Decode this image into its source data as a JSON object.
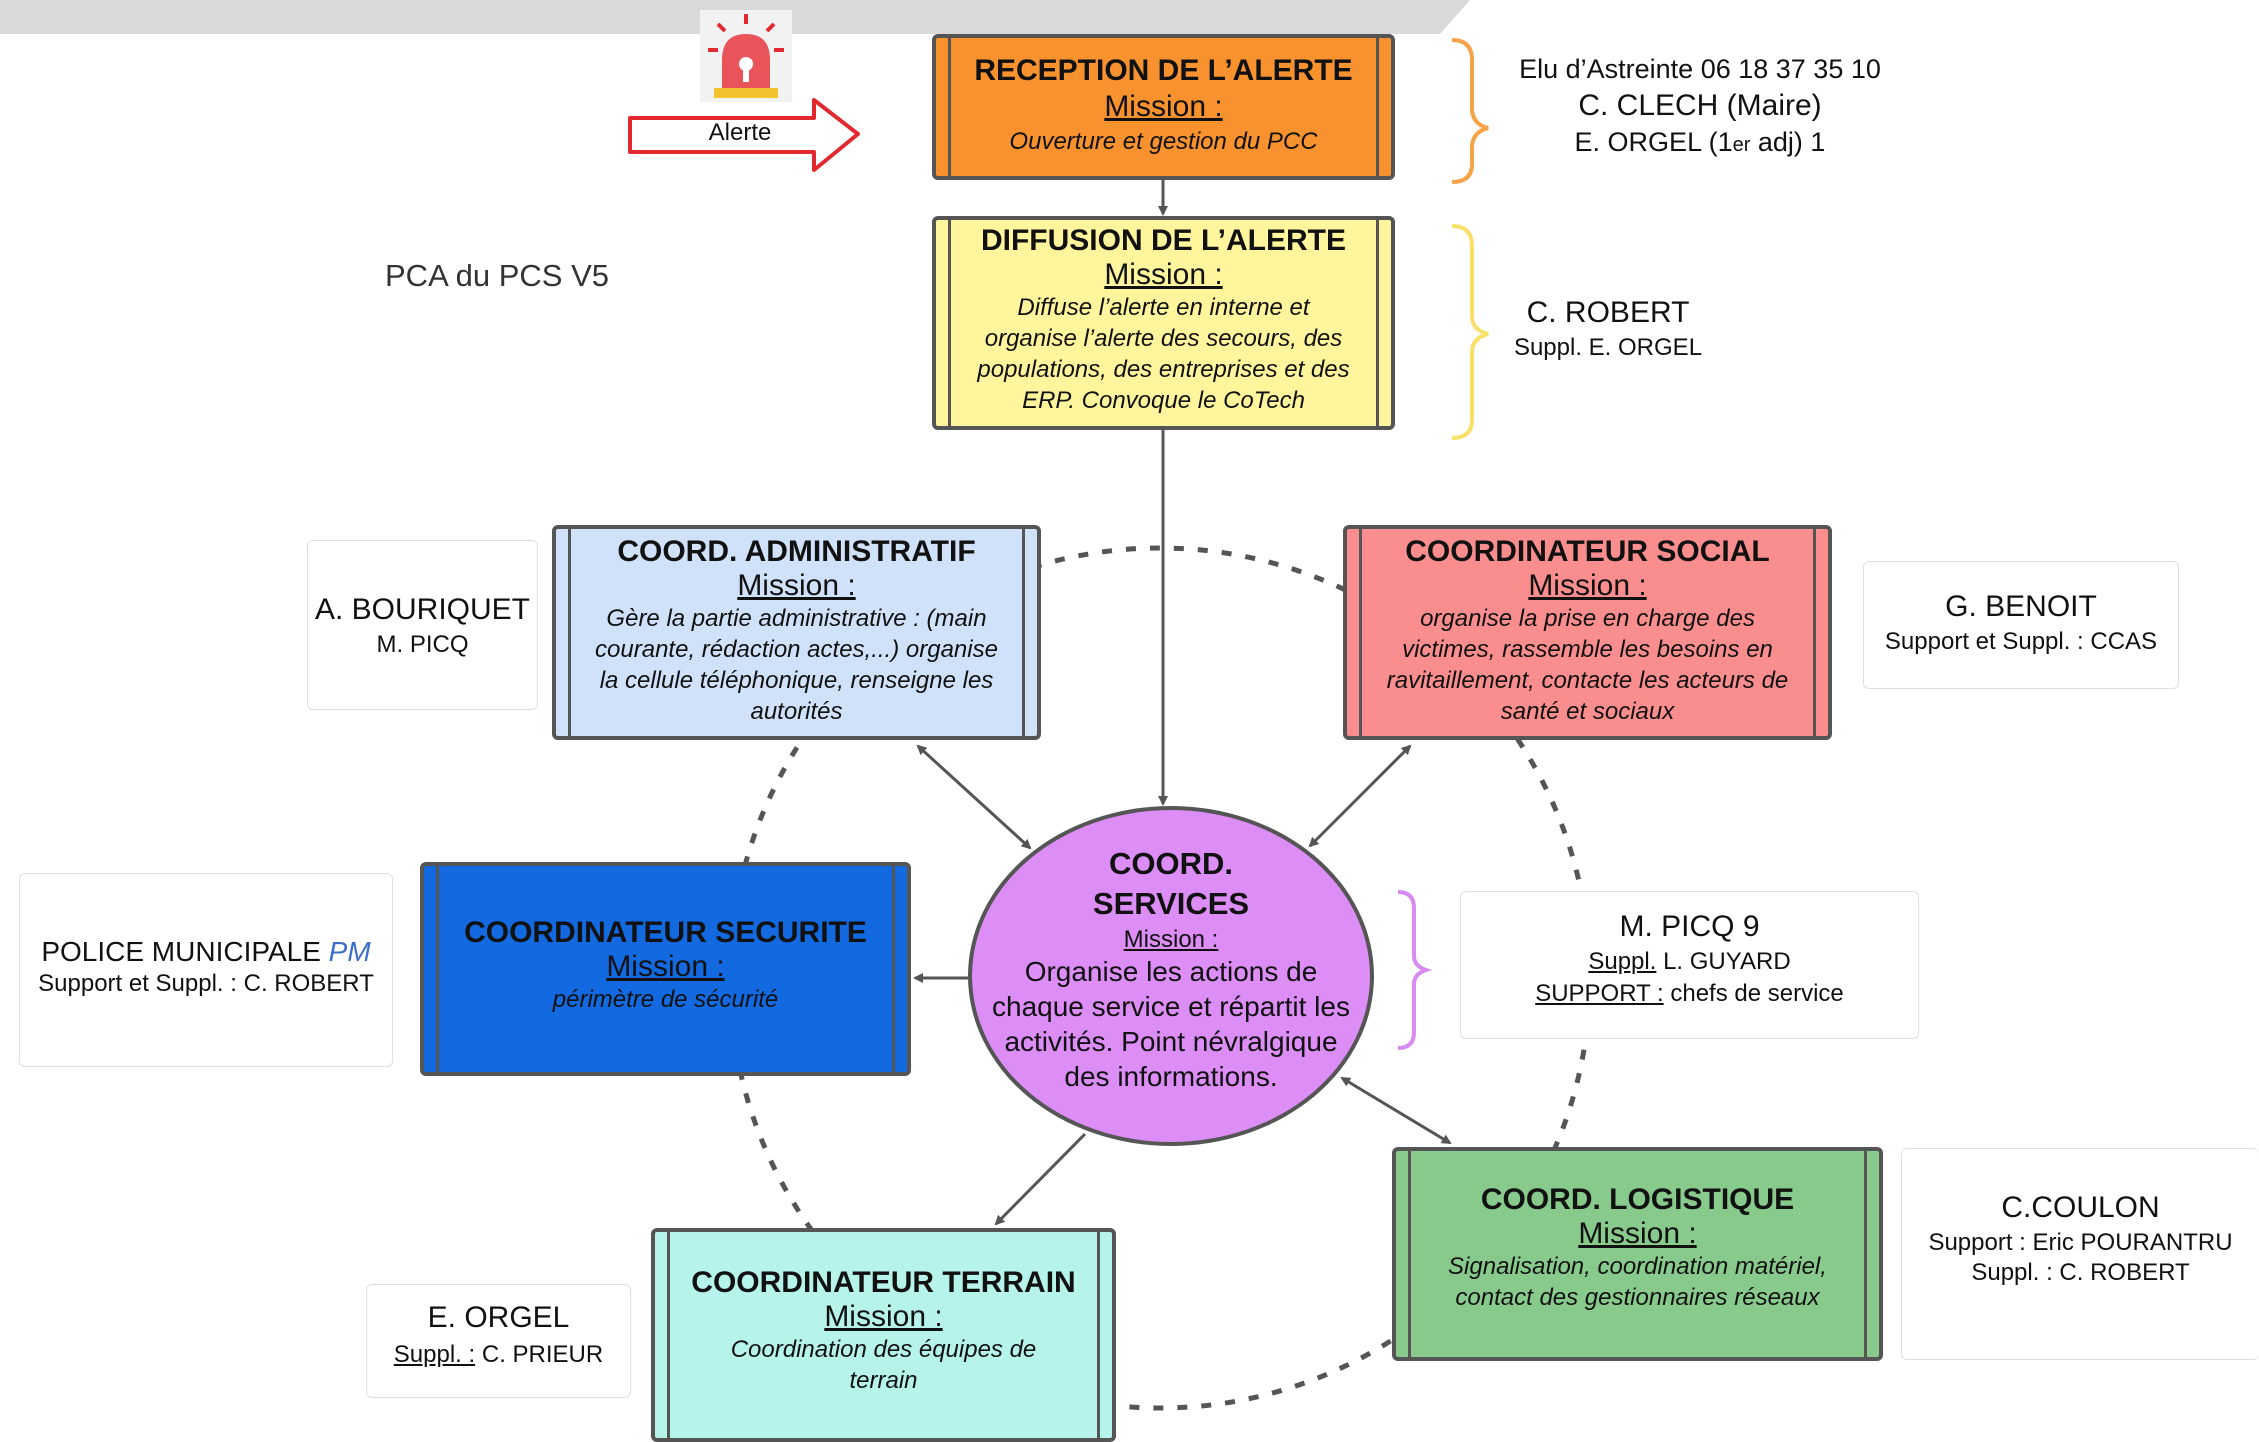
{
  "alert": {
    "label": "Alerte"
  },
  "page_title": "PCA du PCS V5",
  "reception": {
    "title": "RECEPTION DE L’ALERTE",
    "mission": "Mission :",
    "desc": "Ouverture et gestion du PCC"
  },
  "diffusion": {
    "title": "DIFFUSION DE L’ALERTE",
    "mission": "Mission :",
    "desc": "Diffuse l’alerte en interne et organise l’alerte des secours, des populations, des entreprises et des ERP. Convoque le CoTech"
  },
  "admin": {
    "title": "COORD. ADMINISTRATIF",
    "mission": "Mission :",
    "desc": "Gère la partie administrative : (main courante, rédaction actes,...) organise la cellule téléphonique, renseigne les autorités"
  },
  "social": {
    "title": "COORDINATEUR SOCIAL",
    "mission": "Mission :",
    "desc": "organise la prise en charge des victimes, rassemble les besoins en ravitaillement, contacte les acteurs de santé et sociaux"
  },
  "securite": {
    "title": "COORDINATEUR SECURITE",
    "mission": "Mission :",
    "desc": "périmètre de sécurité"
  },
  "services": {
    "title_line1": "COORD.",
    "title_line2": "SERVICES",
    "mission": "Mission :",
    "desc": "Organise les actions de chaque service et répartit les activités. Point névralgique des informations."
  },
  "logistique": {
    "title": "COORD. LOGISTIQUE",
    "mission": "Mission :",
    "desc": "Signalisation, coordination matériel, contact des gestionnaires réseaux"
  },
  "terrain": {
    "title": "COORDINATEUR TERRAIN",
    "mission": "Mission :",
    "desc": "Coordination des équipes de terrain"
  },
  "people": {
    "reception": {
      "line1": "Elu d’Astreinte 06 18 37 35 10",
      "line2": "C. CLECH (Maire)",
      "line3_a": "E. ORGEL (1",
      "line3_sup": "er",
      "line3_b": " adj) 1"
    },
    "diffusion": {
      "name": "C. ROBERT",
      "sub": "Suppl. E. ORGEL"
    },
    "admin": {
      "name": "A. BOURIQUET",
      "sub": "M. PICQ"
    },
    "social": {
      "name": "G. BENOIT",
      "sub": "Support et Suppl. : CCAS"
    },
    "securite": {
      "name": "POLICE MUNICIPALE",
      "name_pm": "PM",
      "sub": "Support et Suppl. : C. ROBERT"
    },
    "services": {
      "name": "M. PICQ 9",
      "suppl_label": "Suppl.",
      "suppl_value": " L. GUYARD",
      "support_label": "SUPPORT :",
      "support_value": " chefs de service"
    },
    "logistique": {
      "name": "C.COULON",
      "sub1": "Support : Eric POURANTRU",
      "sub2": "Suppl. : C. ROBERT"
    },
    "terrain": {
      "name": "E. ORGEL",
      "suppl_label": "Suppl. :",
      "suppl_value": " C. PRIEUR"
    }
  },
  "colors": {
    "reception": "#F7922F",
    "diffusion": "#FEF59C",
    "admin": "#CFE2FA",
    "social": "#FA8D8D",
    "securite": "#1269E0",
    "services": "#DC8DF6",
    "logistique": "#88CA8C",
    "terrain": "#B5F3EB",
    "brace_orange": "#F7A34A",
    "brace_yellow": "#F9E06A",
    "brace_purple": "#D88BF0",
    "alert_red": "#E2292F",
    "pm_blue": "#3B6EC8"
  }
}
